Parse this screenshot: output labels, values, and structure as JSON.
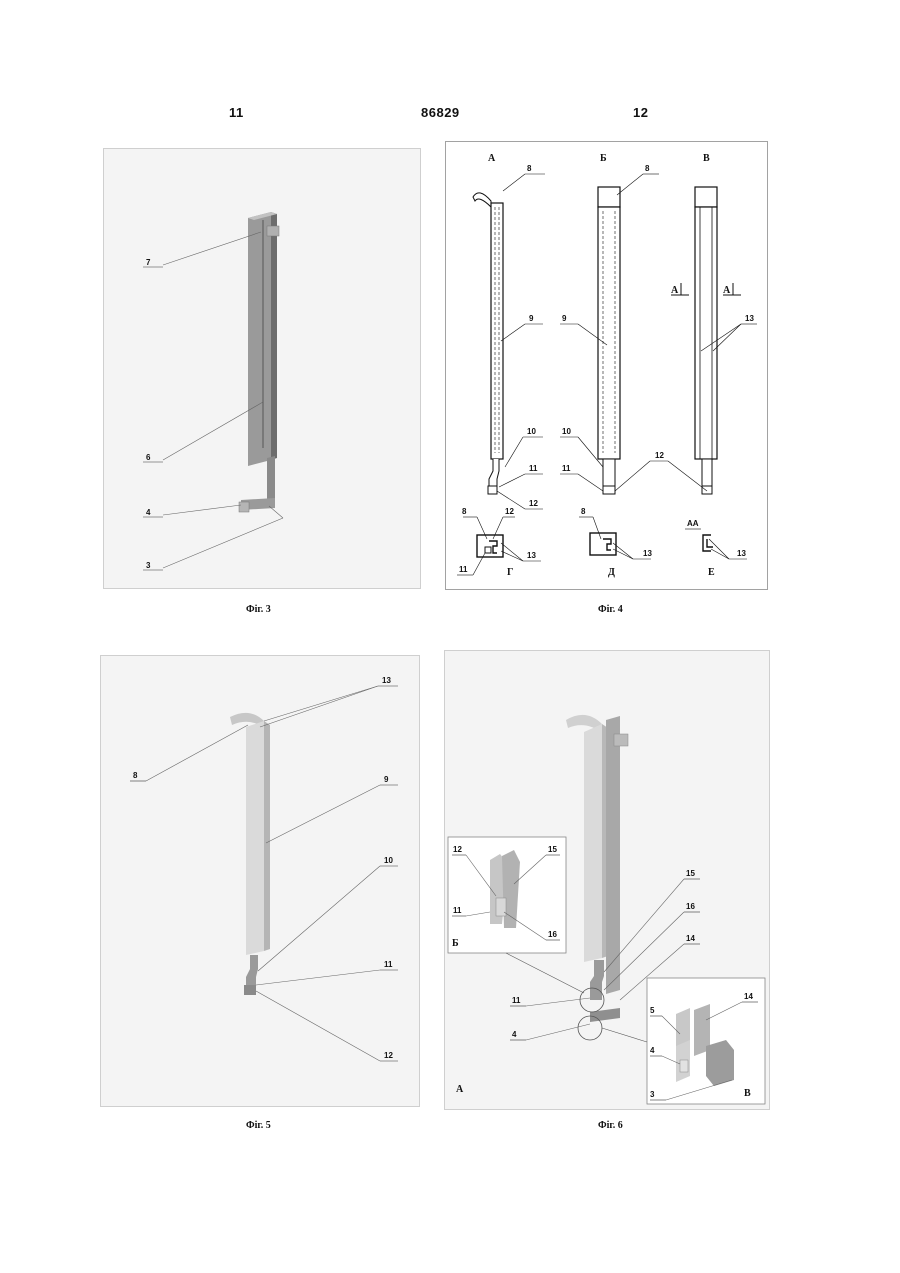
{
  "header": {
    "left": "11",
    "center": "86829",
    "right": "12"
  },
  "fig3": {
    "caption": "Фіг. 3",
    "labels": [
      "7",
      "6",
      "4",
      "3"
    ]
  },
  "fig4": {
    "caption": "Фіг. 4",
    "views": [
      "А",
      "Б",
      "В"
    ],
    "sections": [
      "Г",
      "Д",
      "Е"
    ],
    "section_mark": "АА",
    "cut_marks": [
      "А",
      "А"
    ],
    "labels": {
      "a_top": "8",
      "b_top": "8",
      "a_mid": "9",
      "b_mid": "9",
      "c_mid": "13",
      "a_10": "10",
      "b_10": "10",
      "a_11": "11",
      "b_11": "11",
      "a_12": "12",
      "bc_12": "12",
      "g_8": "8",
      "g_12": "12",
      "g_13": "13",
      "g_11": "11",
      "d_8": "8",
      "d_13": "13",
      "e_13": "13"
    }
  },
  "fig5": {
    "caption": "Фіг. 5",
    "labels": [
      "13",
      "8",
      "9",
      "10",
      "11",
      "12"
    ]
  },
  "fig6": {
    "caption": "Фіг. 6",
    "corner": "А",
    "inset_b": {
      "tag": "Б",
      "labels": [
        "12",
        "15",
        "11",
        "16"
      ]
    },
    "inset_v": {
      "tag": "В",
      "labels": [
        "5",
        "14",
        "4",
        "3"
      ]
    },
    "labels": [
      "15",
      "16",
      "14",
      "11",
      "4"
    ]
  }
}
